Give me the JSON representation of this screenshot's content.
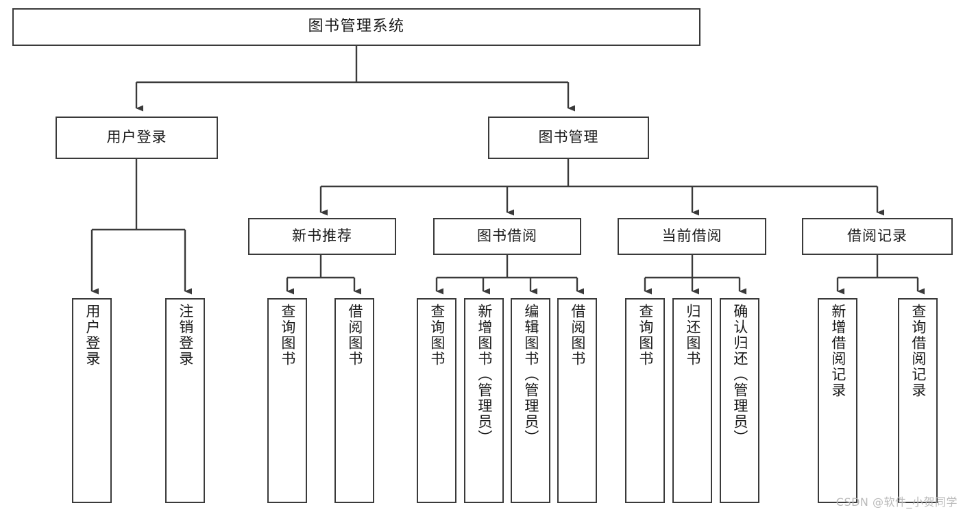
{
  "diagram": {
    "title": "图书管理系统",
    "type": "tree-hierarchy-chart",
    "colors": {
      "box_border": "#3a3a3a",
      "box_fill": "#ffffff",
      "connector": "#3a3a3a",
      "text": "#1a1a1a",
      "watermark": "#b9b9b9",
      "background": "#ffffff"
    },
    "root": {
      "label": "图书管理系统"
    },
    "level2": [
      {
        "label": "用户登录"
      },
      {
        "label": "图书管理"
      }
    ],
    "level3": [
      {
        "label": "新书推荐"
      },
      {
        "label": "图书借阅"
      },
      {
        "label": "当前借阅"
      },
      {
        "label": "借阅记录"
      }
    ],
    "leaves": {
      "user_login": [
        {
          "label": "用户登录"
        },
        {
          "label": "注销登录"
        }
      ],
      "new_book": [
        {
          "label": "查询图书"
        },
        {
          "label": "借阅图书"
        }
      ],
      "book_borrow": [
        {
          "label": "查询图书"
        },
        {
          "label": "新增图书（管理员）"
        },
        {
          "label": "编辑图书（管理员）"
        },
        {
          "label": "借阅图书"
        }
      ],
      "current_borrow": [
        {
          "label": "查询图书"
        },
        {
          "label": "归还图书"
        },
        {
          "label": "确认归还（管理员）"
        }
      ],
      "borrow_record": [
        {
          "label": "新增借阅记录"
        },
        {
          "label": "查询借阅记录"
        }
      ]
    },
    "watermark": "CSDN @软件_小贺同学"
  }
}
